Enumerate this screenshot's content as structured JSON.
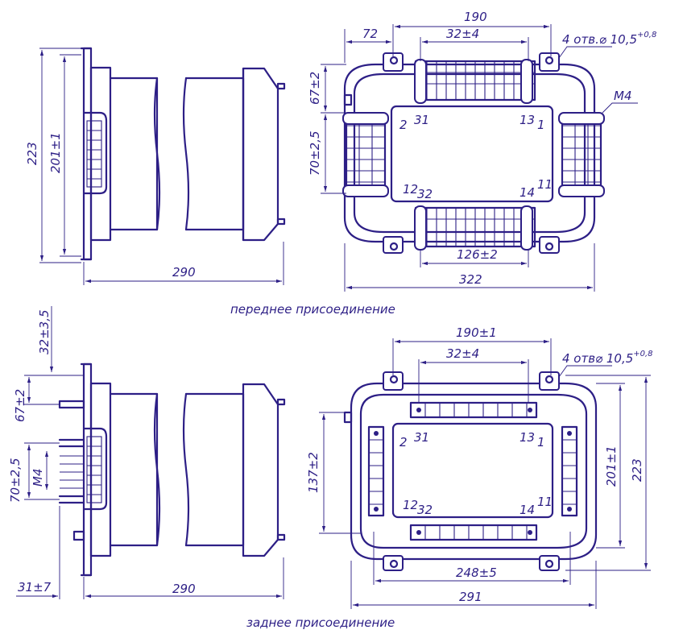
{
  "captions": {
    "front": "переднее присоединение",
    "rear": "заднее присоединение"
  },
  "front_side": {
    "height_total": "223",
    "height_inner": "201±1",
    "depth": "290"
  },
  "front_view": {
    "top_width": "190",
    "left_offset": "72",
    "pitch": "32±4",
    "holes": "4 отв.⌀ 10,5",
    "holes_tol": "+0,8",
    "thread": "М4",
    "vertical_1": "67±2",
    "vertical_2": "70±2,5",
    "bottom_inner": "126±2",
    "overall_width": "322",
    "terminals": {
      "t2": "2",
      "t31": "31",
      "t13": "13",
      "t1": "1",
      "t12": "12",
      "t32": "32",
      "t14": "14",
      "t11": "11"
    }
  },
  "rear_side": {
    "top_offset": "32±3,5",
    "vertical_1": "67±2",
    "vertical_2": "70±2,5",
    "thread": "М4",
    "bottom_offset": "31±7",
    "depth": "290"
  },
  "rear_view": {
    "top_width": "190±1",
    "pitch": "32±4",
    "holes": "4 отв⌀ 10,5",
    "holes_tol": "+0,8",
    "height_1": "137±2",
    "height_2": "201±1",
    "height_3": "223",
    "inner_width": "248±5",
    "overall_width": "291",
    "terminals": {
      "t2": "2",
      "t31": "31",
      "t13": "13",
      "t1": "1",
      "t12": "12",
      "t32": "32",
      "t14": "14",
      "t11": "11"
    }
  }
}
